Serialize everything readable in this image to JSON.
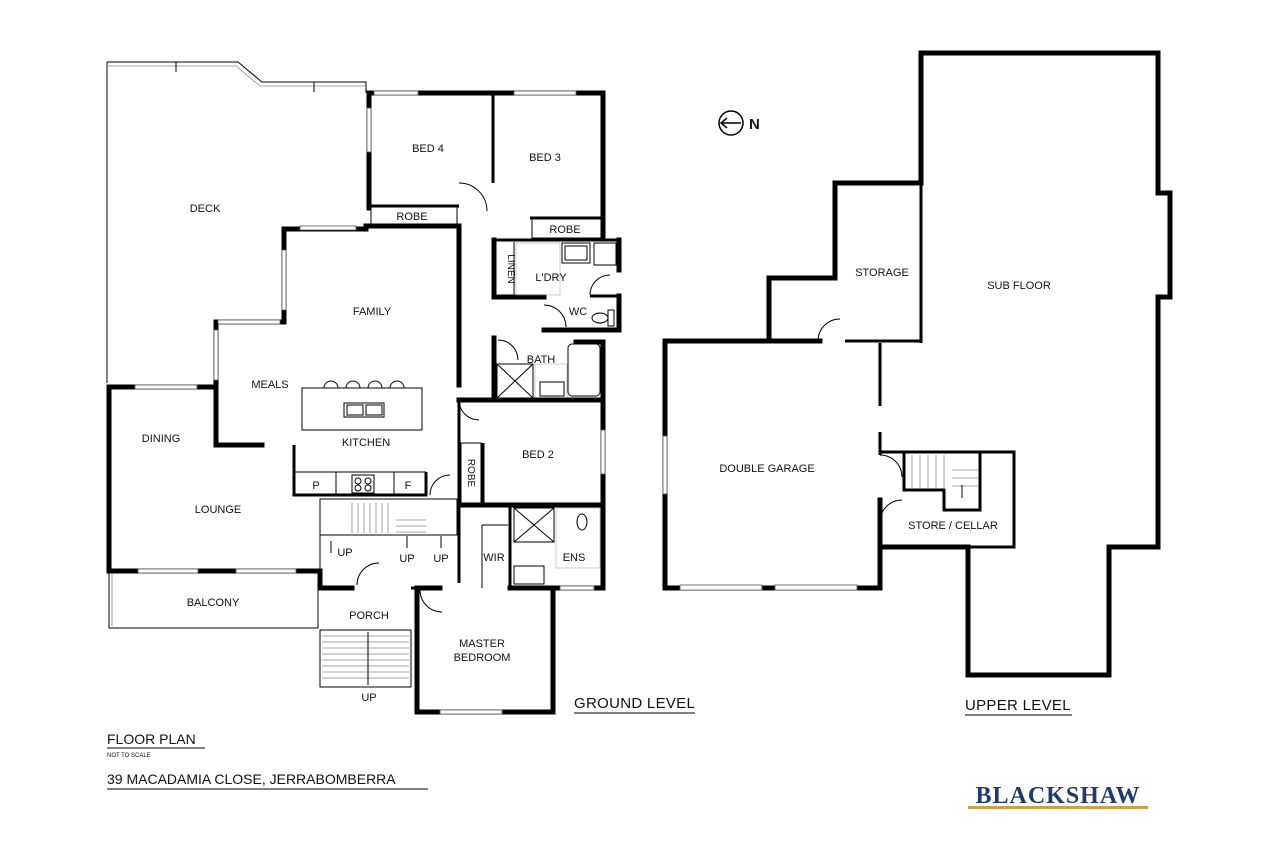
{
  "rooms": {
    "deck": "DECK",
    "bed4": "BED 4",
    "bed3": "BED 3",
    "robe_bed4": "ROBE",
    "robe_bed3": "ROBE",
    "linen": "LINEN",
    "laundry": "L'DRY",
    "wc": "WC",
    "bath": "BATH",
    "family": "FAMILY",
    "meals": "MEALS",
    "kitchen": "KITCHEN",
    "dining": "DINING",
    "lounge": "LOUNGE",
    "pantry": "P",
    "fridge": "F",
    "robe_bed2": "ROBE",
    "bed2": "BED 2",
    "wir": "WIR",
    "ens": "ENS",
    "balcony": "BALCONY",
    "porch": "PORCH",
    "master_line1": "MASTER",
    "master_line2": "BEDROOM",
    "up_1": "UP",
    "up_2": "UP",
    "up_3": "UP",
    "up_4": "UP",
    "storage": "STORAGE",
    "sub_floor": "SUB FLOOR",
    "double_garage": "DOUBLE GARAGE",
    "store_cellar": "STORE / CELLAR"
  },
  "levels": {
    "ground": "GROUND LEVEL",
    "upper": "UPPER LEVEL"
  },
  "footer": {
    "title": "FLOOR PLAN",
    "scale_note": "NOT TO SCALE",
    "address": "39 MACADAMIA CLOSE, JERRABOMBERRA",
    "brand": "BLACKSHAW"
  },
  "compass": {
    "label": "N",
    "icon": "north-arrow-icon"
  },
  "colors": {
    "wall": "#000000",
    "brand": "#1f3a6b",
    "brand_underline": "#c9a24a"
  }
}
